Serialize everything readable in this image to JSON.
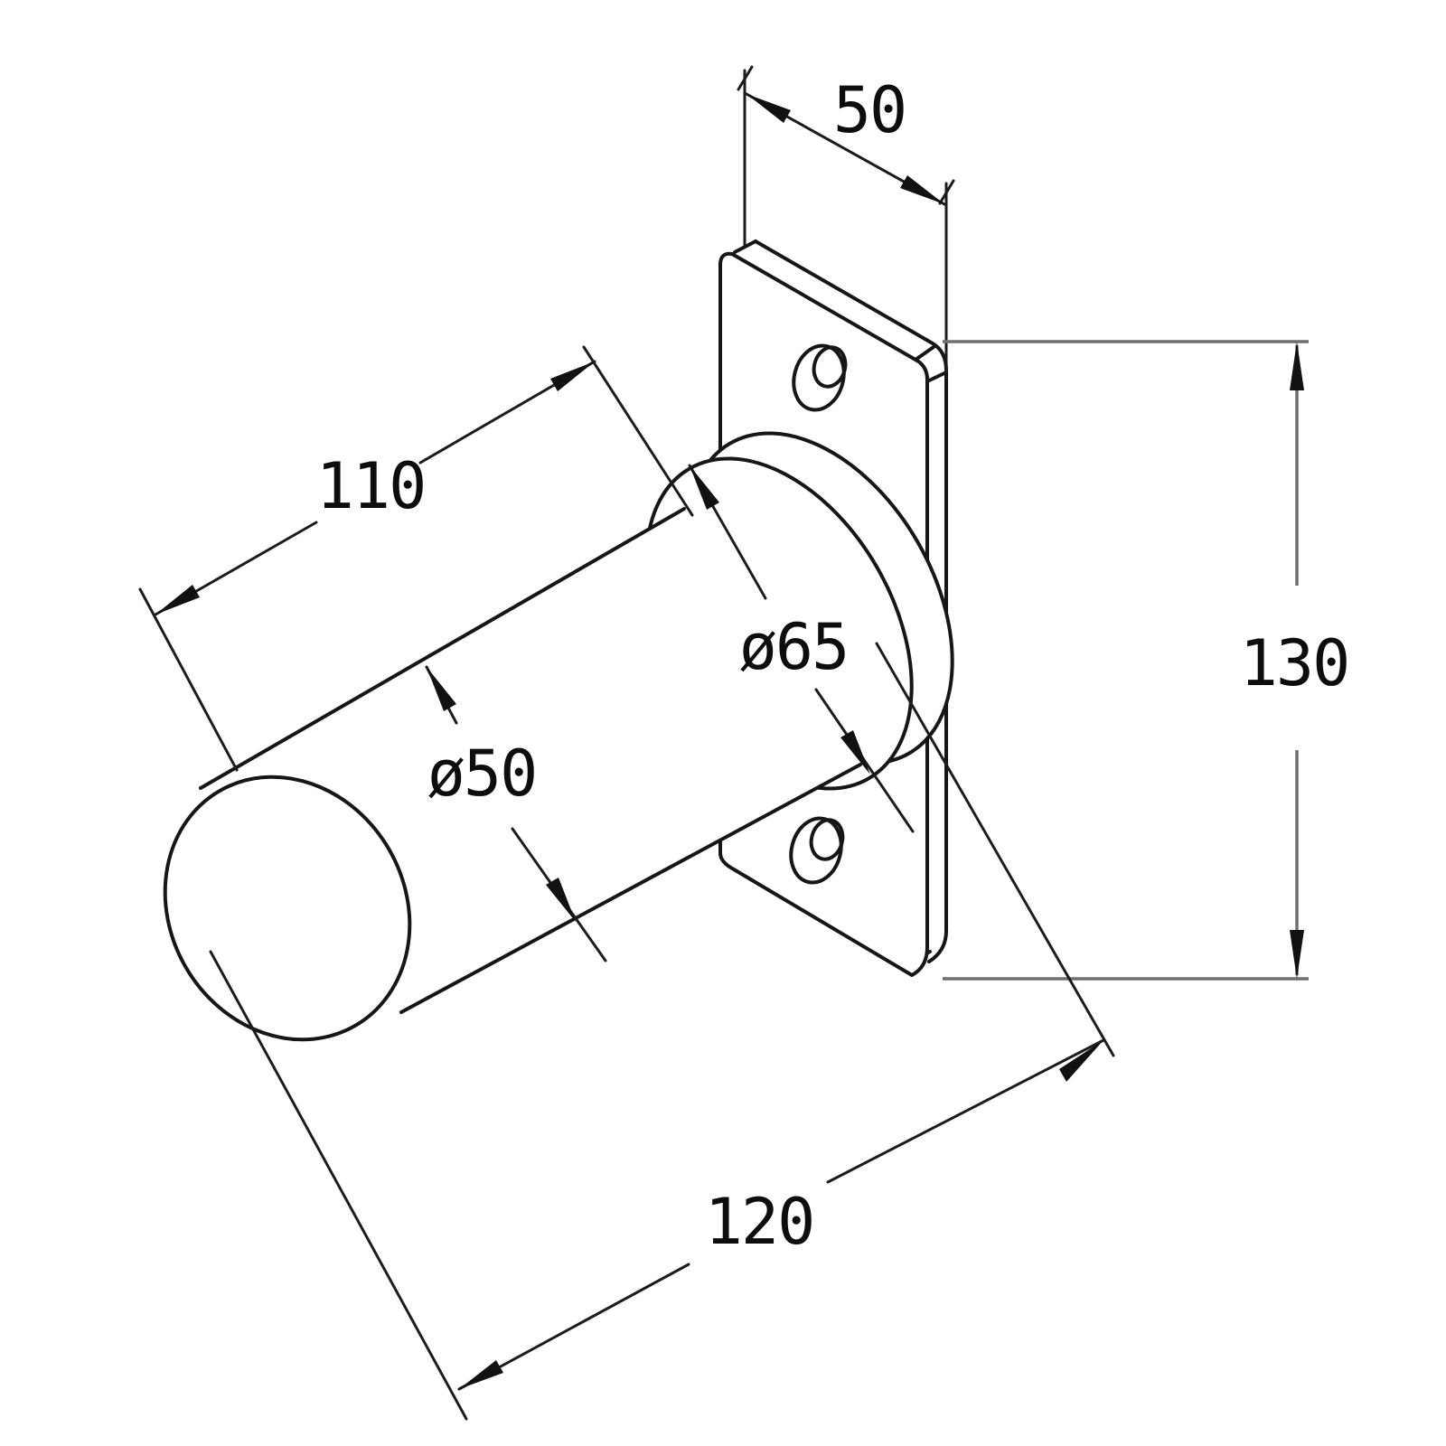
{
  "drawing": {
    "title": "bracket-isometric-dimension-drawing",
    "dimensions": {
      "plate_width": "50",
      "pin_length": "110",
      "boss_diameter": "ø65",
      "pin_diameter": "ø50",
      "plate_height": "130",
      "overall_depth": "120"
    }
  },
  "colors": {
    "object_line": "#161616",
    "dimension_line": "#1c1c1c",
    "dimension_line_gray": "#6f6f6f",
    "background": "#ffffff"
  }
}
